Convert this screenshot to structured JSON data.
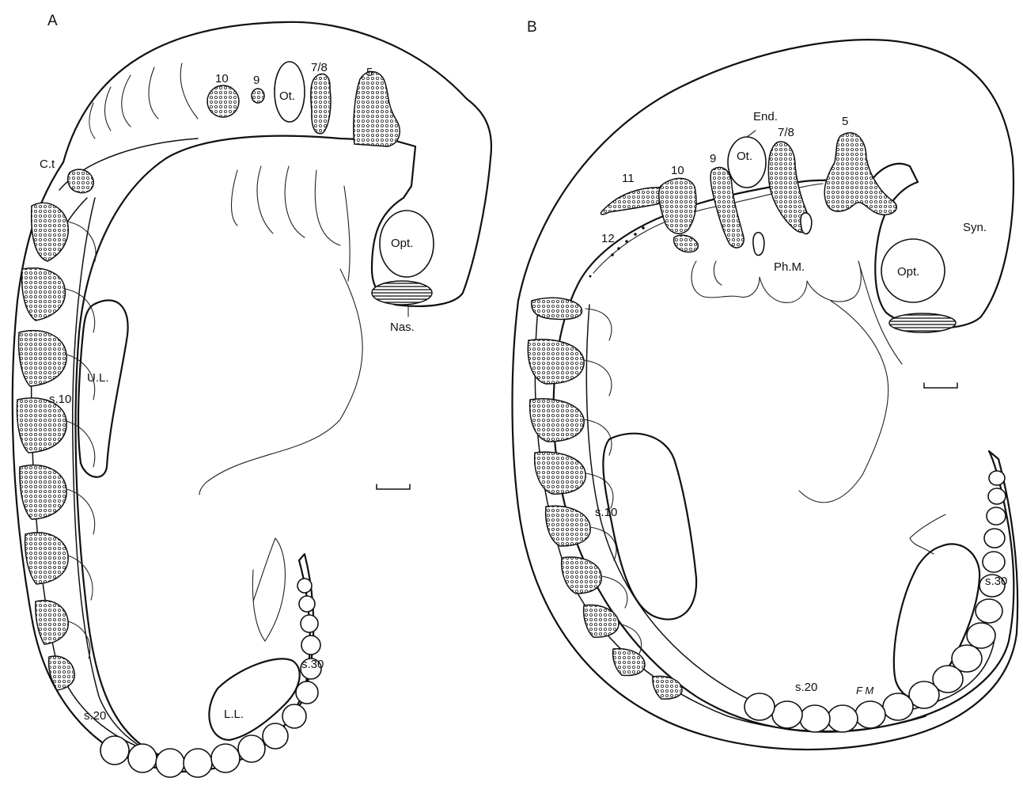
{
  "panels": [
    {
      "letter": "A",
      "labels": {
        "n10": "10",
        "n9": "9",
        "n78": "7/8",
        "n5": "5",
        "ot": "Ot.",
        "ct": "C.t",
        "opt": "Opt.",
        "nas": "Nas.",
        "ul": "U.L.",
        "s10": "s.10",
        "s20": "s.20",
        "s30": "s.30",
        "ll": "L.L."
      }
    },
    {
      "letter": "B",
      "labels": {
        "end": "End.",
        "n78": "7/8",
        "n5": "5",
        "ot": "Ot.",
        "n11": "11",
        "n10": "10",
        "n9": "9",
        "n12": "12",
        "syn": "Syn.",
        "opt": "Opt.",
        "phm": "Ph.M.",
        "s10": "s.10",
        "s20": "s.20",
        "s30": "s.30",
        "fm": "F M"
      }
    }
  ]
}
